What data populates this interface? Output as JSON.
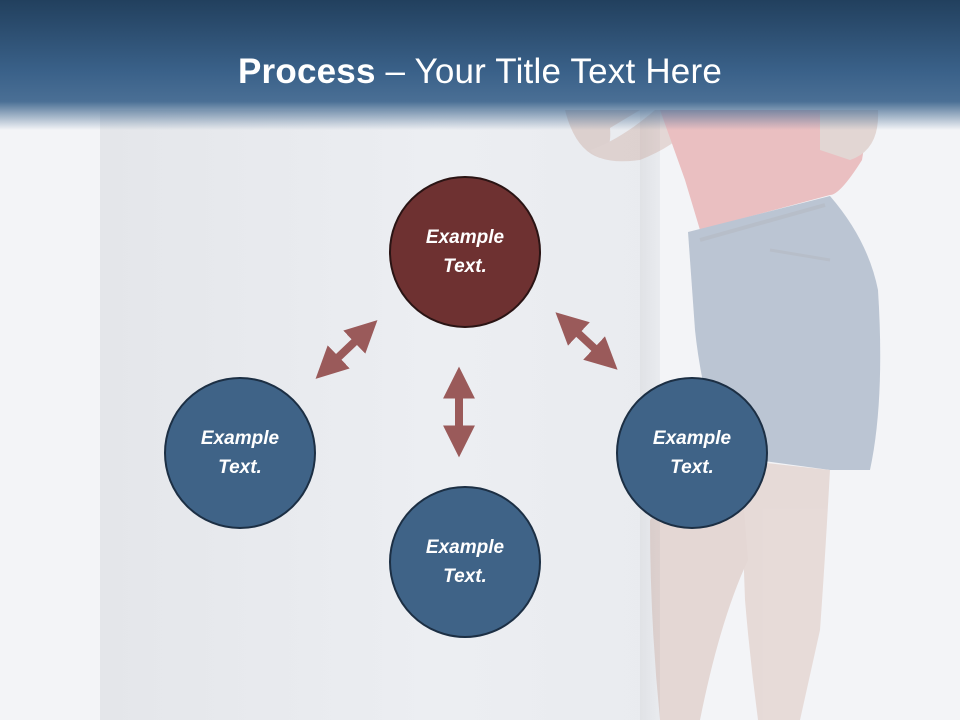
{
  "header": {
    "title_bold": "Process",
    "title_rest": " – Your Title Text Here"
  },
  "diagram": {
    "nodes": {
      "top": "Example\nText.",
      "left": "Example\nText.",
      "bottom": "Example\nText.",
      "right": "Example\nText."
    }
  },
  "colors": {
    "header": "#3a6189",
    "node_blue": "#3f6387",
    "node_red": "#6e3131",
    "arrow": "#9a5a5a"
  }
}
